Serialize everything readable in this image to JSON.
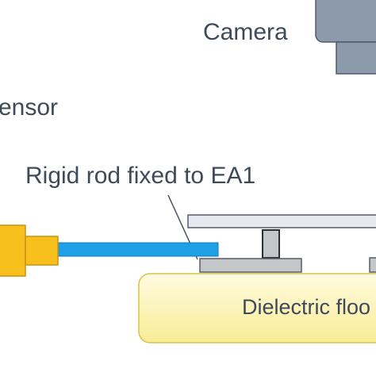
{
  "labels": {
    "camera": "Camera",
    "sensor": "ensor",
    "rod": "Rigid rod fixed to EA1",
    "floor": "Dielectric floo"
  },
  "colors": {
    "text": "#3f4a59",
    "camera_fill": "#8d9aac",
    "camera_stroke": "#4f5a69",
    "sensor_fill": "#f7c01c",
    "sensor_stroke": "#c9930c",
    "rod_fill": "#1ea0e6",
    "rod_stroke": "#1479b8",
    "platform_fill": "#e6e9ef",
    "platform_stroke": "#565c66",
    "pad_fill": "#c4c6c9",
    "floor_fill_top": "#fffbe0",
    "floor_fill_bottom": "#f9ec96",
    "floor_stroke": "#d9c34a"
  }
}
